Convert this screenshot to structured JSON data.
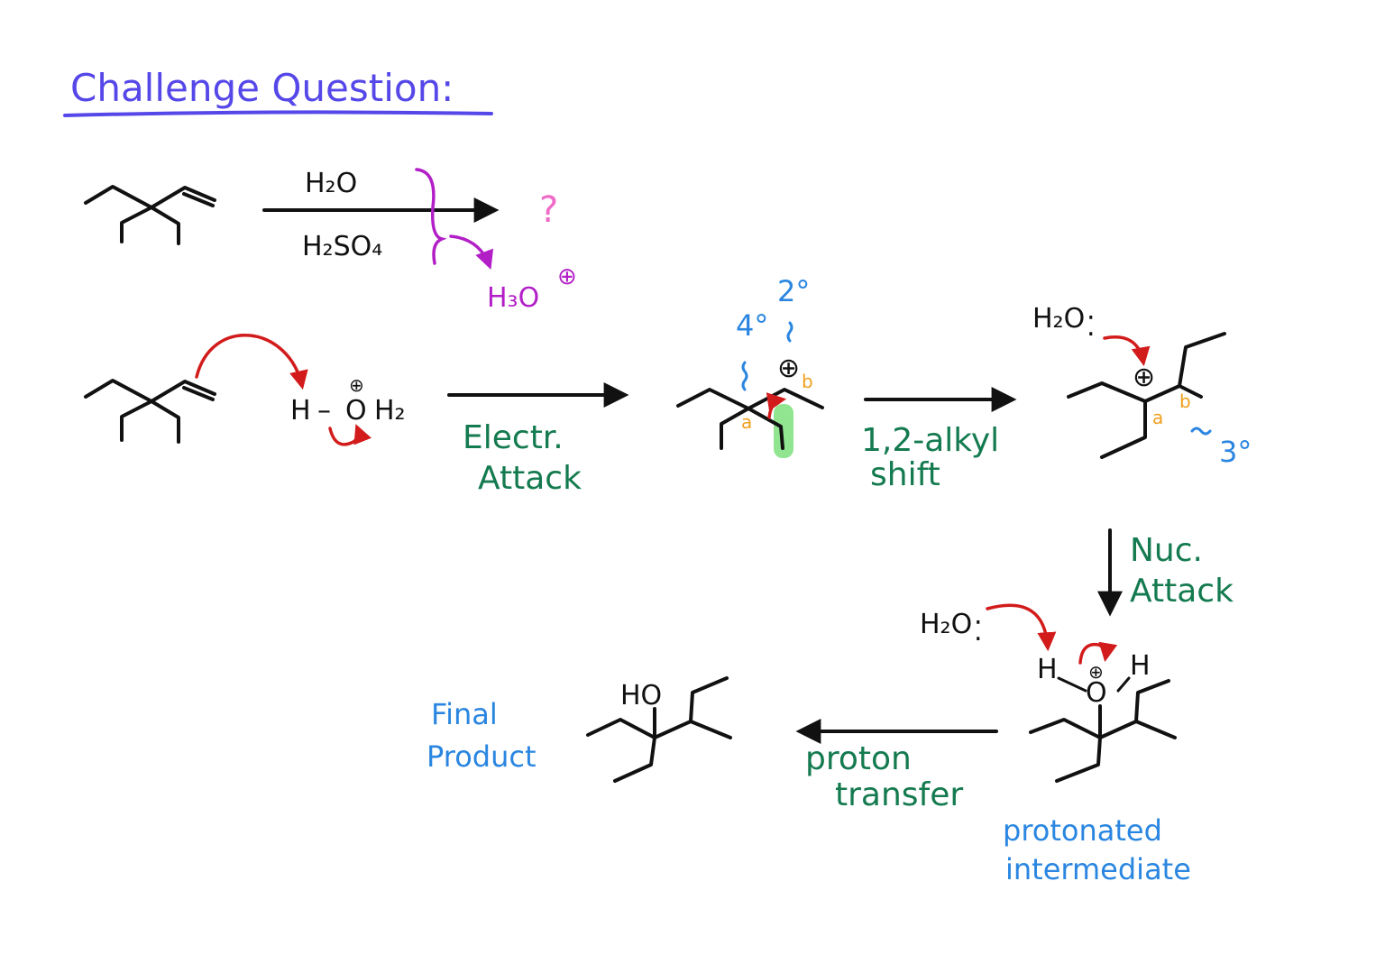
{
  "title": "Challenge Question:",
  "colors": {
    "title": "#5547e8",
    "green_label": "#147a4f",
    "blue_label": "#2a86e0",
    "red_arrow": "#d21c1c",
    "purple": "#b21fc7",
    "pink": "#f06ac8",
    "orange": "#f0a020",
    "highlight": "#7ee07e"
  },
  "top_reaction": {
    "reagent_top": "H₂O",
    "reagent_bottom": "H₂SO₄",
    "result": "?",
    "acid": "H₃O",
    "acid_charge": "⊕"
  },
  "step1": {
    "proton_donor_H": "H",
    "proton_donor_dash": "–",
    "proton_donor_O": "O",
    "proton_donor_H2": "H₂",
    "charge": "⊕",
    "label_line1": "Electr.",
    "label_line2": "Attack"
  },
  "carbocation1": {
    "quaternary_label": "4°",
    "secondary_label": "2°",
    "charge": "⊕",
    "label_a": "a",
    "label_b": "b"
  },
  "step2": {
    "label_line1": "1,2-alkyl",
    "label_line2": "shift"
  },
  "carbocation2": {
    "water": "H₂O",
    "lone_pairs": "⁚",
    "charge": "⊕",
    "label_a": "a",
    "label_b": "b",
    "tertiary_label": "3°"
  },
  "step3": {
    "label_line1": "Nuc.",
    "label_line2": "Attack"
  },
  "intermediate": {
    "water": "H₂O",
    "lone_pairs": "⁚",
    "H_left": "H",
    "H_right": "H",
    "O": "O",
    "charge": "⊕",
    "label_line1": "protonated",
    "label_line2": "intermediate"
  },
  "step4": {
    "label_line1": "proton",
    "label_line2": "transfer"
  },
  "product": {
    "group": "HO",
    "label_line1": "Final",
    "label_line2": "Product"
  }
}
